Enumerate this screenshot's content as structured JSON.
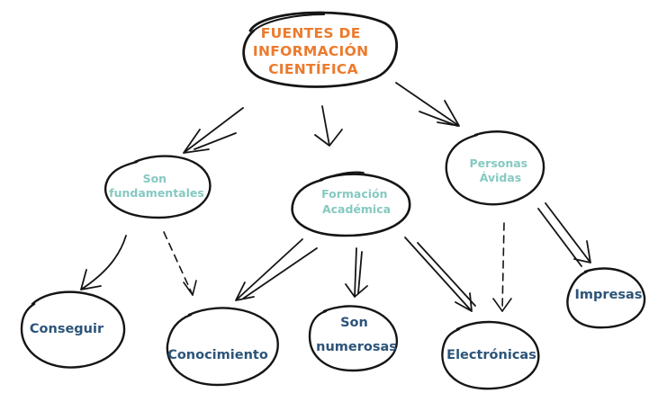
{
  "colors": {
    "title": "#ec7b2d",
    "secondary": "#86c9c1",
    "leaf": "#2c5479",
    "ink": "#151515"
  },
  "nodes": {
    "title": {
      "lines": [
        "FUENTES DE",
        "INFORMACIÓN",
        "CIENTÍFICA"
      ]
    },
    "son_fundamentales": {
      "lines": [
        "Son",
        "fundamentales"
      ]
    },
    "formacion_academica": {
      "lines": [
        "Formación",
        "Académica"
      ]
    },
    "personas_avidas": {
      "lines": [
        "Personas",
        "Ávidas"
      ]
    },
    "conseguir": {
      "lines": [
        "Conseguir"
      ]
    },
    "conocimiento": {
      "lines": [
        "Conocimiento"
      ]
    },
    "son_numerosas": {
      "lines": [
        "Son",
        "numerosas"
      ]
    },
    "electronicas": {
      "lines": [
        "Electrónicas"
      ]
    },
    "impresas": {
      "lines": [
        "Impresas"
      ]
    }
  }
}
